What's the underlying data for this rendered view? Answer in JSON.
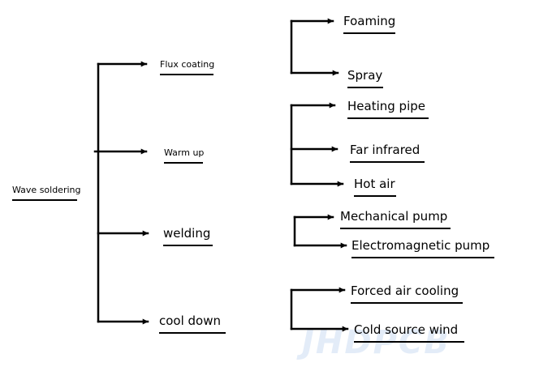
{
  "root": {
    "label": "Wave soldering"
  },
  "stages": [
    {
      "label": "Flux coating",
      "methods": [
        "Foaming",
        "Spray"
      ]
    },
    {
      "label": "Warm up",
      "methods": [
        "Heating pipe",
        "Far infrared",
        "Hot air"
      ]
    },
    {
      "label": "welding",
      "methods": [
        "Mechanical pump",
        "Electromagnetic pump"
      ]
    },
    {
      "label": "cool down",
      "methods": [
        "Forced air cooling",
        "Cold source wind"
      ]
    }
  ],
  "watermark": {
    "text": "JHDPCB"
  },
  "colors": {
    "line": "#000000",
    "text": "#000000",
    "watermark": "#e3ecf8"
  }
}
